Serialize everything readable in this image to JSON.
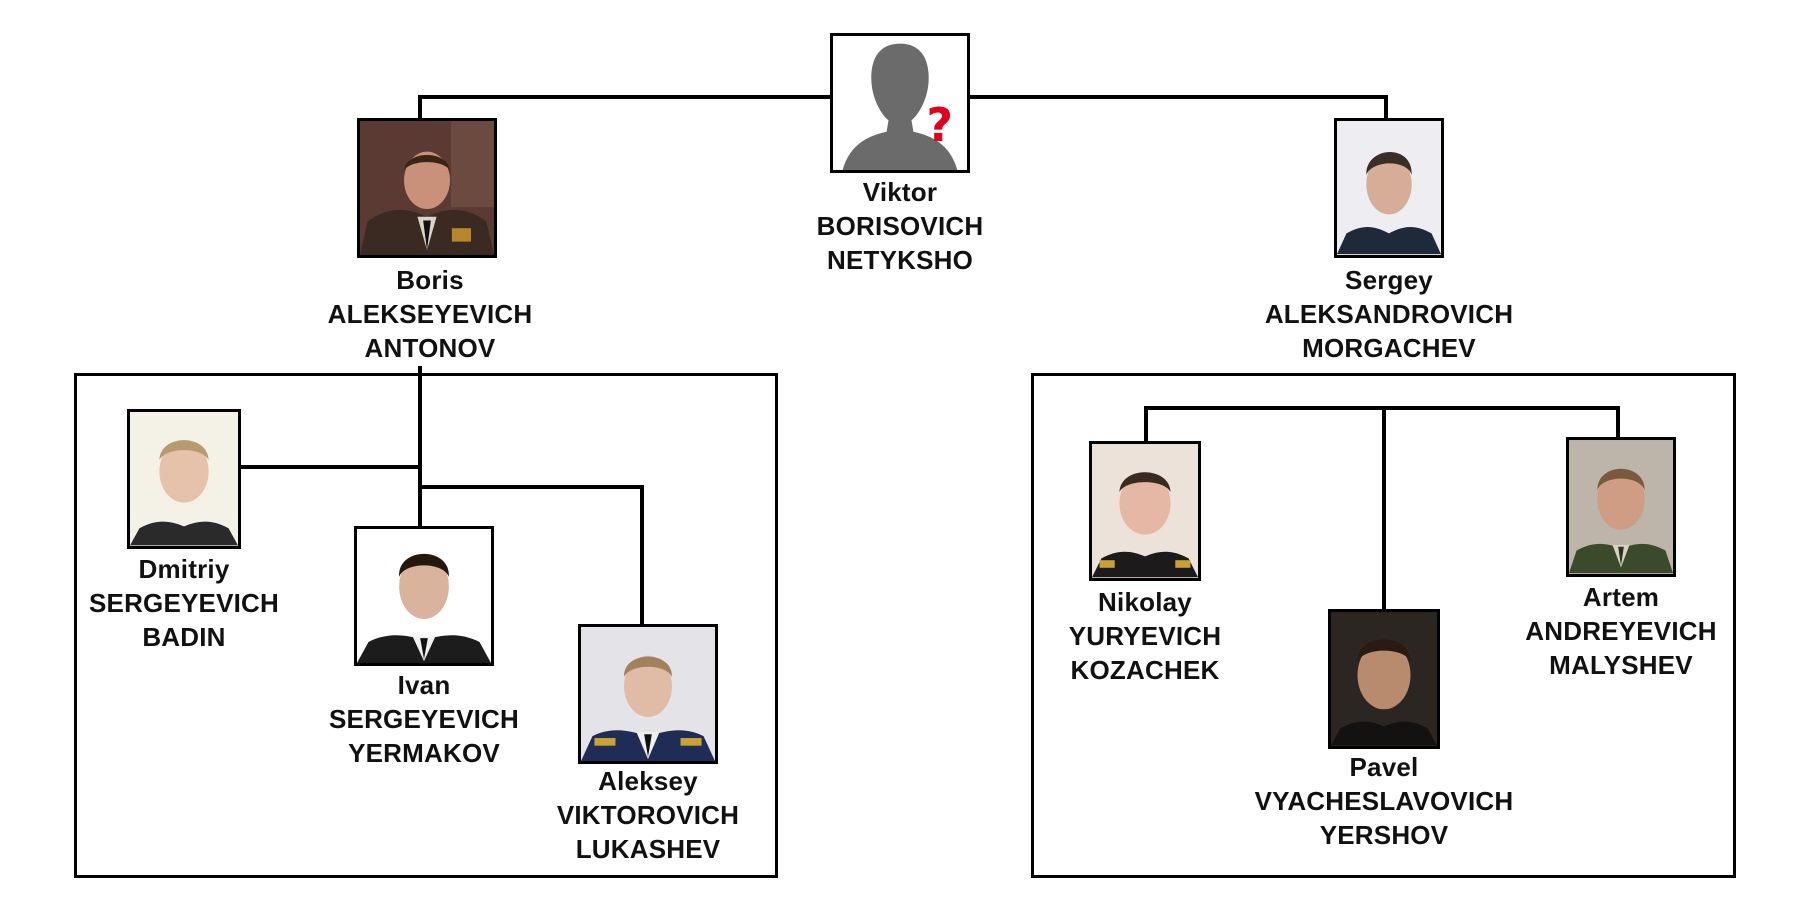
{
  "unknown_mark": "?",
  "people": {
    "netyksho": {
      "first": "Viktor",
      "middle": "BORISOVICH",
      "last": "NETYKSHO",
      "photo_icon": "unknown-silhouette-icon"
    },
    "antonov": {
      "first": "Boris",
      "middle": "ALEKSEYEVICH",
      "last": "ANTONOV",
      "photo_icon": "person-portrait-icon"
    },
    "morgachev": {
      "first": "Sergey",
      "middle": "ALEKSANDROVICH",
      "last": "MORGACHEV",
      "photo_icon": "person-portrait-icon"
    },
    "badin": {
      "first": "Dmitriy",
      "middle": "SERGEYEVICH",
      "last": "BADIN",
      "photo_icon": "person-portrait-icon"
    },
    "yermakov": {
      "first": "Ivan",
      "middle": "SERGEYEVICH",
      "last": "YERMAKOV",
      "photo_icon": "person-portrait-icon"
    },
    "lukashev": {
      "first": "Aleksey",
      "middle": "VIKTOROVICH",
      "last": "LUKASHEV",
      "photo_icon": "person-portrait-icon"
    },
    "kozachek": {
      "first": "Nikolay",
      "middle": "YURYEVICH",
      "last": "KOZACHEK",
      "photo_icon": "person-portrait-icon"
    },
    "yershov": {
      "first": "Pavel",
      "middle": "VYACHESLAVOVICH",
      "last": "YERSHOV",
      "photo_icon": "person-portrait-icon"
    },
    "malyshev": {
      "first": "Artem",
      "middle": "ANDREYEVICH",
      "last": "MALYSHEV",
      "photo_icon": "person-portrait-icon"
    }
  },
  "colors": {
    "lines": "#000000",
    "unknown_mark": "#e3001b",
    "silhouette": "#6b6b6b"
  }
}
